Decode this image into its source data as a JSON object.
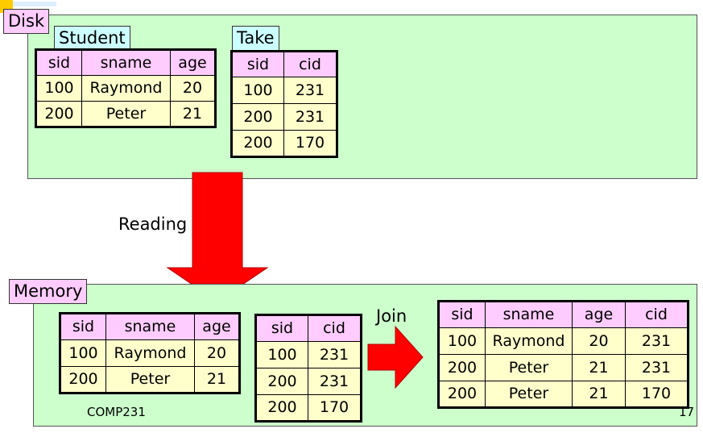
{
  "disk": {
    "label": "Disk",
    "student": {
      "name": "Student",
      "columns": [
        "sid",
        "sname",
        "age"
      ],
      "rows": [
        [
          "100",
          "Raymond",
          "20"
        ],
        [
          "200",
          "Peter",
          "21"
        ]
      ]
    },
    "take": {
      "name": "Take",
      "columns": [
        "sid",
        "cid"
      ],
      "rows": [
        [
          "100",
          "231"
        ],
        [
          "200",
          "231"
        ],
        [
          "200",
          "170"
        ]
      ]
    }
  },
  "reading_label": "Reading",
  "memory": {
    "label": "Memory",
    "student": {
      "columns": [
        "sid",
        "sname",
        "age"
      ],
      "rows": [
        [
          "100",
          "Raymond",
          "20"
        ],
        [
          "200",
          "Peter",
          "21"
        ]
      ]
    },
    "take": {
      "columns": [
        "sid",
        "cid"
      ],
      "rows": [
        [
          "100",
          "231"
        ],
        [
          "200",
          "231"
        ],
        [
          "200",
          "170"
        ]
      ]
    },
    "join_label": "Join",
    "result": {
      "columns": [
        "sid",
        "sname",
        "age",
        "cid"
      ],
      "rows": [
        [
          "100",
          "Raymond",
          "20",
          "231"
        ],
        [
          "200",
          "Peter",
          "21",
          "231"
        ],
        [
          "200",
          "Peter",
          "21",
          "170"
        ]
      ]
    }
  },
  "footer": {
    "course": "COMP231",
    "page_number": "17"
  },
  "colors": {
    "region": "#ccffcc",
    "header_cell": "#ffccff",
    "data_cell": "#ffffcc",
    "relation_tag": "#ccffff",
    "arrow": "#ff0000"
  }
}
